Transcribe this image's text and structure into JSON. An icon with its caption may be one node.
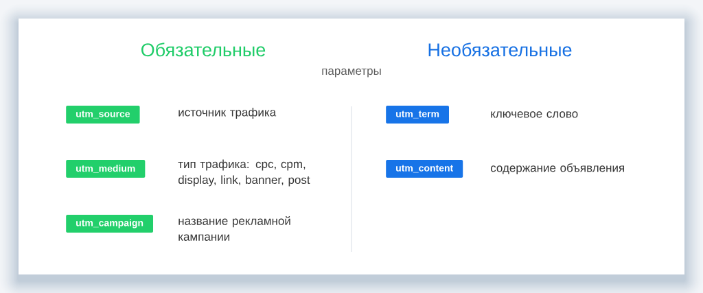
{
  "diagram": {
    "nodes": [
      {
        "text": [
          "utm_source"
        ],
        "beside": [
          "источник трафика"
        ]
      },
      {
        "text": [
          "utm_medium"
        ],
        "beside": [
          "тип трафика: cpc, cpm, display, link, banner, post"
        ]
      },
      {
        "text": [
          "utm_campaign"
        ],
        "beside": [
          "название рекламной кампании"
        ]
      },
      {
        "text": [
          "utm_term"
        ],
        "beside": [
          "ключевое слово"
        ]
      },
      {
        "text": [
          "utm_content"
        ],
        "beside": [
          "содержание объявления"
        ]
      }
    ],
    "labels": [
      "Обязательные",
      "Необязательные",
      "параметры"
    ]
  }
}
